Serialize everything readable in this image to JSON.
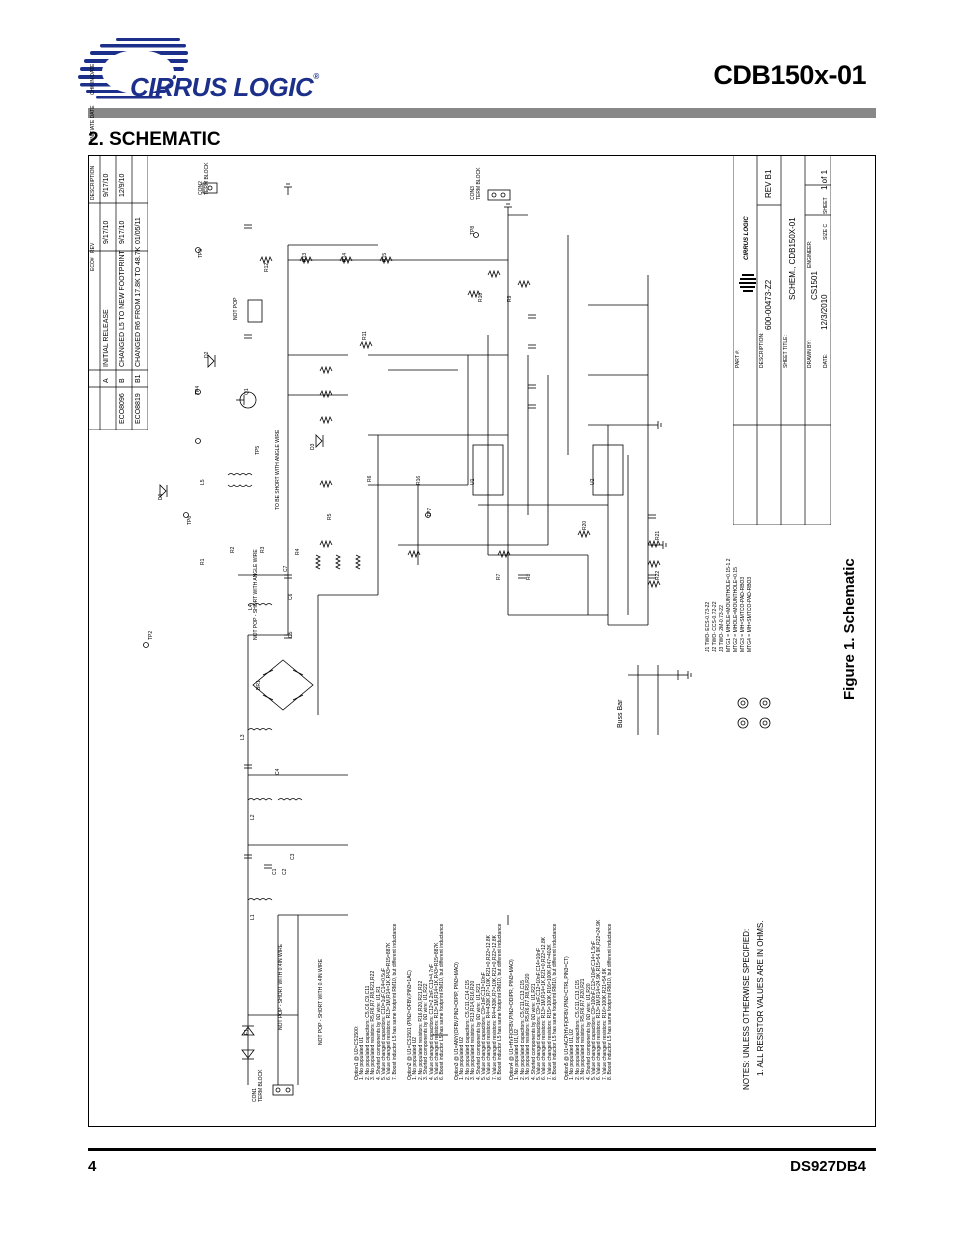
{
  "header": {
    "logo_text": "CIRRUS LOGIC",
    "logo_mark": "®",
    "doc_title": "CDB150x-01"
  },
  "section": {
    "number": "2.",
    "title": "SCHEMATIC",
    "full": "2.  SCHEMATIC"
  },
  "figure": {
    "caption": "Figure 1.  Schematic"
  },
  "footer": {
    "page": "4",
    "doc_id": "DS927DB4"
  },
  "revision_table": {
    "headers": [
      "ECO#",
      "REV",
      "DESCRIPTION",
      "INITIATE DATE",
      "CHK IN DATE"
    ],
    "rows": [
      {
        "eco": "",
        "rev": "A",
        "desc": "INITIAL RELEASE",
        "init": "9/17/10",
        "chk": "9/17/10"
      },
      {
        "eco": "ECO8096",
        "rev": "B",
        "desc": "CHANGED L5 TO NEW FOOTPRINT",
        "init": "9/17/10",
        "chk": "12/9/10"
      },
      {
        "eco": "ECO8819",
        "rev": "B1",
        "desc": "CHANGED R6 FROM 17.8K TO 48.7K",
        "init": "01/05/11",
        "chk": ""
      }
    ]
  },
  "title_block": {
    "part_no_label": "PART #:",
    "part_no": "600-00473-Z2",
    "rev_label": "REV",
    "rev": "REV B1",
    "desc_label": "DESCRIPTION:",
    "desc": "SCHEM., CDB150X-01",
    "sheet_title_label": "SHEET TITLE:",
    "sheet_title": "CS1501",
    "drawn_label": "DRAWN BY:",
    "engineer_label": "ENGINEER:",
    "date_label": "DATE:",
    "date": "12/3/2010",
    "size_label": "SIZE C",
    "sheet_label": "SHEET",
    "sheet": "1 of 1",
    "logo": "CIRRUS LOGIC"
  },
  "notes": {
    "line1": "NOTES: UNLESS OTHERWISE SPECIFIED:",
    "line2": "1. ALL RESISTOR VALUES ARE IN OHMS."
  },
  "busbar": {
    "label": "Buss Bar"
  },
  "options": [
    {
      "title": "Option1 @ U2=CS1500:",
      "items": [
        "1. No populated U1",
        "2. No populated capacitors: C5,C6,C9,C11",
        "3. No populated resistors: R5,R6,R7,R8,R21,R22",
        "4. Shorted components by 0Ω wire: U1,R1",
        "5. Value changed capacitors: C10=1uF,C14=0.5uF",
        "6. Value changed resistors: R13=1M,R14=1K,R43=R15=887K",
        "7. Boost inductor L5 has same footprint RM10, but different inductance"
      ]
    },
    {
      "title": "Option2 @ U1=CS1501 (PIN2=OFBV,PIN3=1AC)",
      "items": [
        "1. No populated U2",
        "2. No populated resistors: R16,R20,R21,R22",
        "3. Shorted components by 0Ω wire: U1,R22",
        "4. Value changed capacitors: C12=2.2nF,C13=4.7nF",
        "5. Value changed resistors: R13=1M,R14=1K,R43=R15=887K",
        "6. Boost inductor L5 has same footprint RM10, but different inductance"
      ]
    },
    {
      "title": "Option3 @ U1=ANY(OFBV,PIN2=OIPIP, PIN3=MAO)",
      "items": [
        "1. No populated U2",
        "2. No populated capacitors: C5,C11,C14,C15",
        "3. No populated resistors: R13,R14,R16,R20",
        "4. Shorted components by 0Ω wire: U1,R21",
        "5. Value changed capacitors: C9=1nF,C13=10nF",
        "6. Value changed resistors: R4=430K,R7=10K,R21=0,R22=12.8K",
        "7. Value changed resistors: R4=430K,R7=10K,R21=0,R22=12.8K",
        "8. Boost inductor L5 has same footprint RM10, but different inductance"
      ]
    },
    {
      "title": "Option4 @ U1=HVF(OFBV,PIN2=ODIPR, PIN3=MAO)",
      "items": [
        "1. No populated U1,U2",
        "2. No populated capacitors: C5,C11,C13,C15",
        "3. No populated resistors: R5,R6,R7,R8,R9,R20",
        "4. Shorted components by 0Ω wire: U1,R21",
        "5. Value changed capacitors: C9=1nF,C12=10nF,C14=10nF",
        "6. Value changed resistors: R13=1M,R14=1K,R21=0,R22=12.8K",
        "7. Value changed resistors: R15=100K,R16=100K,R47=402K",
        "8. Boost inductor L5 has same footprint RM10, but different inductance"
      ]
    },
    {
      "title": "Option5 @ U1=ACP(HVF(OFBV,PIN2=CTRL,PIN3=CT)",
      "items": [
        "1. No populated U1,U2",
        "2. No populated capacitors: C5,C11,C13,C15",
        "3. No populated resistors: R5,R6,R7,R20,R21",
        "4. Shorted components by 0Ω wire: U1,R20",
        "5. Value changed capacitors: C9=100nF,C12=10nF,C14=1.5nF",
        "6. Value changed resistors: R13=1M,R14=24.9K,R15=54.9K,R22=24.9K",
        "7. Value changed resistors: R16=100K,R21=54.9K",
        "8. Boost inductor L5 has same footprint RM10, but different inductance"
      ]
    }
  ],
  "parts_legend": [
    "J1 TWO-     ECS-0.73-22",
    "J2 TWO-     CCS-0.72-22",
    "J3 TWO-     2M-0.73-22",
    "MTG1 = MHOLE=MOUNTHOLE=0.15-1.2",
    "MTG2 = MHOLE=MOUNTHOLE=0.15",
    "MTG3 = MH=SMTCO-PAD-RBO3",
    "MTG4 = MH=SMTCO-PAD-RBO3"
  ],
  "parts": {
    "con1": "CON1",
    "con2": "CON2",
    "con3": "CON3",
    "f1": "F1",
    "l1": "L1",
    "l2": "L2",
    "l3": "L3",
    "l4": "L4",
    "l5": "L5",
    "c1": "C1",
    "c2": "C2",
    "c3": "C3",
    "c4": "C4",
    "c5": "C5",
    "c6": "C6",
    "c7": "C7",
    "br1": "BR1",
    "u1": "U1",
    "u2": "U2",
    "q1": "Q1",
    "d1": "D1",
    "d2": "D2",
    "d3": "D3",
    "r1": "R1",
    "r2": "R2",
    "r3": "R3",
    "r4": "R4",
    "r5": "R5",
    "r6": "R6",
    "r7": "R7",
    "r8": "R8",
    "r9": "R9",
    "r10": "R10",
    "r11": "R11",
    "r12": "R12",
    "r13": "R13",
    "r14": "R14",
    "r15": "R15",
    "r16": "R16",
    "r20": "R20",
    "r21": "R21",
    "r22": "R22",
    "tp1": "TP1",
    "tp2": "TP2",
    "tp3": "TP3",
    "tp4": "TP4",
    "tp5": "TP5",
    "tp6": "TP6",
    "tp7": "TP7",
    "tp8": "TP8",
    "term_block": "TERM BLOCK",
    "not_pop": "NOT POP",
    "l5_note": "TO BE SHORT WITH ANGLE WIRE",
    "l3_note": "NOT POP - SHORT WITH ANGLE WIRE",
    "l1_note": "NOT POP - SHORT WITH 0.4IN WIRE",
    "l2_note": "NOT POP - SHORT WITH 0.4IN WIRE",
    "mtg": "MTG"
  },
  "colors": {
    "logo_blue": "#1c2f8a",
    "bar_grey": "#888888",
    "line": "#000000"
  }
}
